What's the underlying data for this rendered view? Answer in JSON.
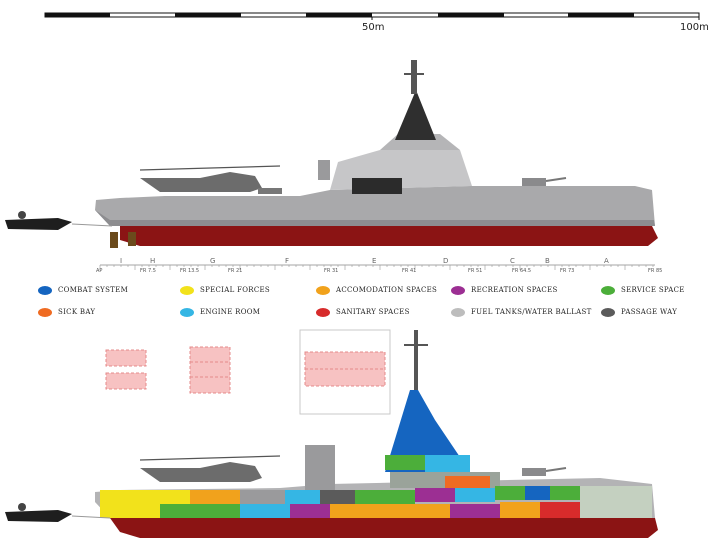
{
  "scale": {
    "mid_label": "50m",
    "end_label": "100m"
  },
  "zones": [
    "I",
    "H",
    "G",
    "F",
    "E",
    "D",
    "C",
    "B",
    "A"
  ],
  "frames": [
    "AP",
    "FR 7.5",
    "FR 13.5",
    "FR 21",
    "FR 31",
    "FR 41",
    "FR 51",
    "FR 64.5",
    "FR 73",
    "FR 85"
  ],
  "legend": [
    {
      "label": "Combat system",
      "color": "#1565c0"
    },
    {
      "label": "Special forces",
      "color": "#f2e21b"
    },
    {
      "label": "Accomodation spaces",
      "color": "#f1a21c"
    },
    {
      "label": "Recreation spaces",
      "color": "#9c2f93"
    },
    {
      "label": "Service space",
      "color": "#4cae3a"
    },
    {
      "label": "Sick bay",
      "color": "#ef6b22"
    },
    {
      "label": "Engine room",
      "color": "#35b6e4"
    },
    {
      "label": "Sanitary spaces",
      "color": "#d72b2b"
    },
    {
      "label": "Fuel tanks/water ballast",
      "color": "#bdbdbd"
    },
    {
      "label": "Passage way",
      "color": "#5b5b5b"
    }
  ],
  "colors": {
    "hull_red": "#8b1414",
    "hull_grey": "#a9a9ab",
    "superstructure": "#c9c9c9",
    "mast_dark": "#3a3a3a",
    "boat_black": "#1e1e1e",
    "placeholder_pink": "#f7c2c2"
  }
}
